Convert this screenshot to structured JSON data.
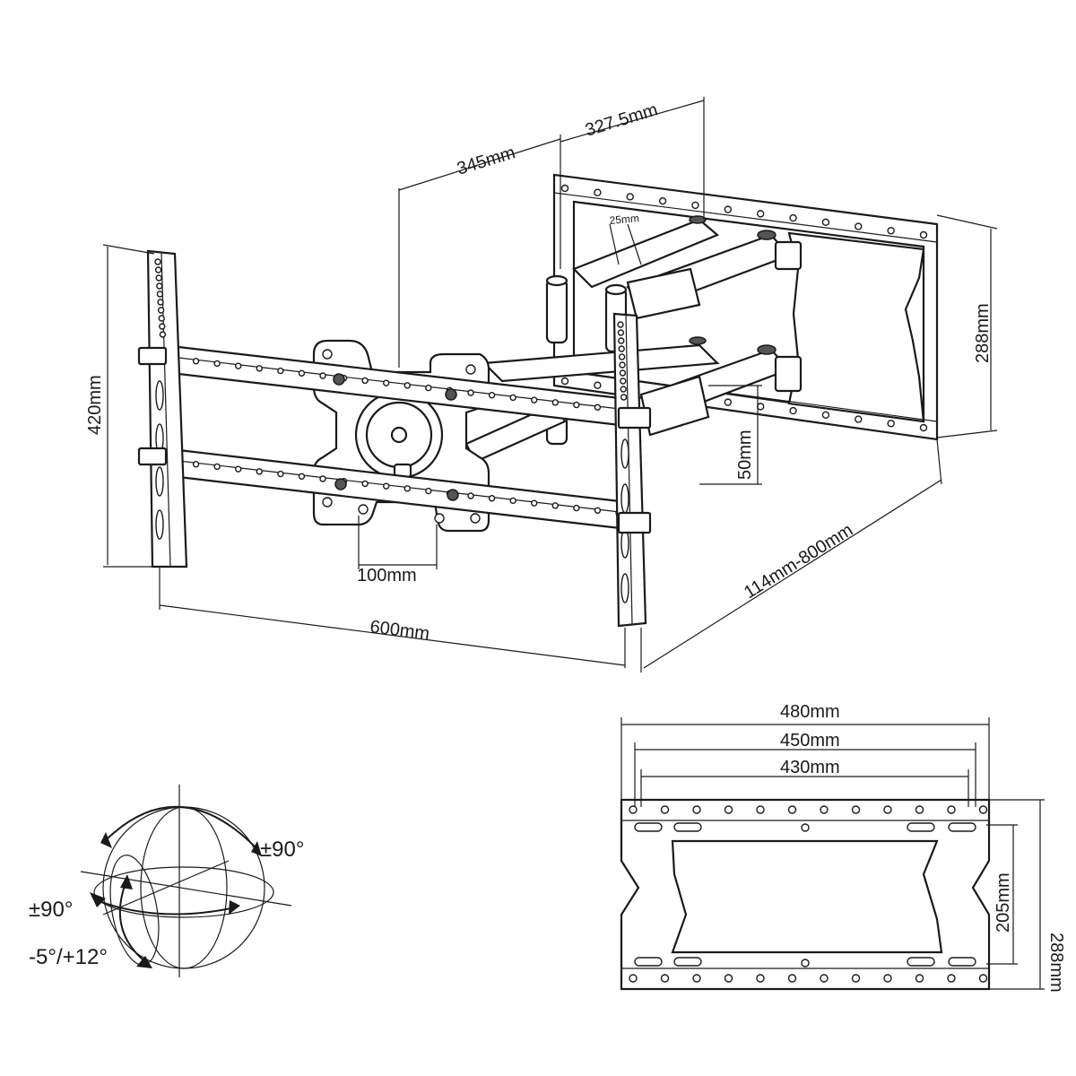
{
  "dimensions": {
    "d345": "345mm",
    "d327": "327.5mm",
    "d25": "25mm",
    "d420": "420mm",
    "d288_top": "288mm",
    "d50": "50mm",
    "d100": "100mm",
    "d600": "600mm",
    "d114_800": "114mm-800mm",
    "d480": "480mm",
    "d450": "450mm",
    "d430": "430mm",
    "d205": "205mm",
    "d288_plate": "288mm"
  },
  "motion": {
    "swivel": "±90°",
    "rotate": "±90°",
    "tilt": "-5°/+12°"
  },
  "colors": {
    "line": "#1a1a1a",
    "background": "#ffffff"
  }
}
